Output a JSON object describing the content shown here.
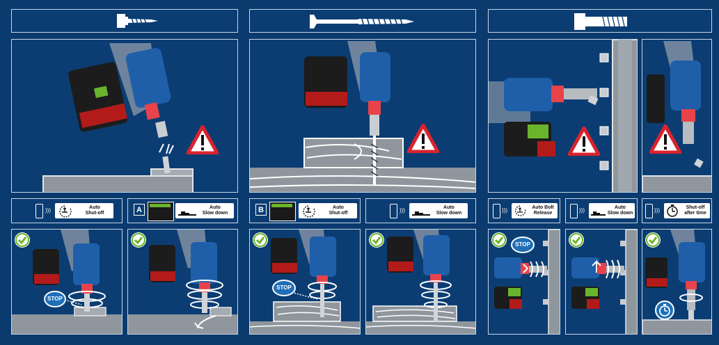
{
  "modes": {
    "m1": {
      "line1": "Auto",
      "line2": "Shut-off"
    },
    "m2": {
      "line1": "Auto",
      "line2": "Slow down"
    },
    "m3": {
      "line1": "Auto",
      "line2": "Shut-off"
    },
    "m4": {
      "line1": "Auto",
      "line2": "Slow down"
    },
    "m5": {
      "line1": "Auto Bolt",
      "line2": "Release"
    },
    "m6": {
      "line1": "Auto",
      "line2": "Slow down"
    },
    "m7": {
      "line1": "Shut-off",
      "line2": "after time"
    }
  },
  "letters": {
    "a": "A",
    "b": "B"
  },
  "stop_label": "STOP",
  "icons": {
    "warning": "warning-triangle-icon",
    "check": "check-circle-icon",
    "phone": "smartphone-icon",
    "signal": "signal-waves-icon",
    "timer": "stopwatch-icon"
  },
  "colors": {
    "background": "#0a3a6e",
    "panel": "#0b3d73",
    "warning_red": "#d9232e",
    "accent_red": "#e8434a",
    "check_green": "#6ab42d",
    "tool_blue": "#1f5faa"
  }
}
